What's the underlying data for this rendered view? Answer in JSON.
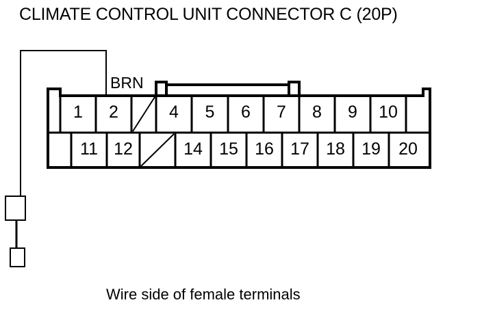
{
  "title": "CLIMATE CONTROL UNIT CONNECTOR C (20P)",
  "caption": "Wire side of female terminals",
  "wire": {
    "label": "BRN",
    "color_name": "BRN",
    "connects_to_pin": "3",
    "stroke": "#000000"
  },
  "connector": {
    "name": "CLIMATE CONTROL UNIT CONNECTOR C",
    "pin_count": "20P",
    "stroke": "#000000",
    "fill": "#ffffff",
    "top_row": [
      {
        "label": "1",
        "blank": false
      },
      {
        "label": "2",
        "blank": false
      },
      {
        "label": "",
        "blank": true
      },
      {
        "label": "4",
        "blank": false
      },
      {
        "label": "5",
        "blank": false
      },
      {
        "label": "6",
        "blank": false
      },
      {
        "label": "7",
        "blank": false
      },
      {
        "label": "8",
        "blank": false
      },
      {
        "label": "9",
        "blank": false
      },
      {
        "label": "10",
        "blank": false
      }
    ],
    "bottom_row": [
      {
        "label": "11",
        "blank": false
      },
      {
        "label": "12",
        "blank": false
      },
      {
        "label": "",
        "blank": true
      },
      {
        "label": "14",
        "blank": false
      },
      {
        "label": "15",
        "blank": false
      },
      {
        "label": "16",
        "blank": false
      },
      {
        "label": "17",
        "blank": false
      },
      {
        "label": "18",
        "blank": false
      },
      {
        "label": "19",
        "blank": false
      },
      {
        "label": "20",
        "blank": false
      }
    ]
  },
  "terminals": {
    "upper_symbol": "terminal-box-large",
    "lower_symbol": "terminal-box-small"
  }
}
